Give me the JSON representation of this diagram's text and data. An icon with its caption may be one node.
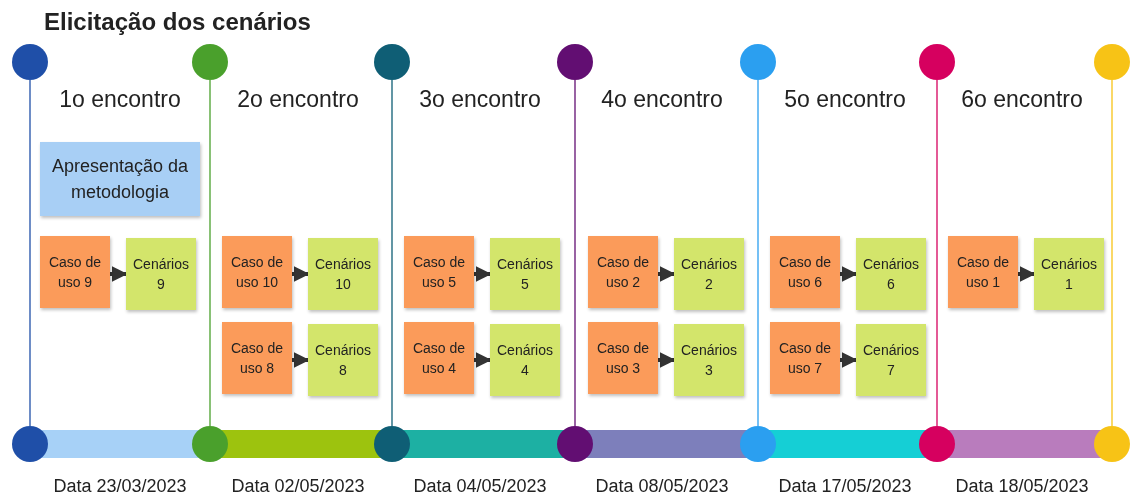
{
  "diagram": {
    "title": "Elicitação dos cenários",
    "nodes": [
      {
        "text": [],
        "shape": "circle"
      },
      {
        "text": [],
        "shape": "circle"
      },
      {
        "text": [],
        "shape": "circle"
      },
      {
        "text": [],
        "shape": "circle"
      },
      {
        "text": [],
        "shape": "circle"
      },
      {
        "text": [],
        "shape": "circle"
      },
      {
        "text": [],
        "shape": "circle"
      },
      {
        "text": [],
        "shape": "circle"
      },
      {
        "text": [],
        "shape": "circle"
      },
      {
        "text": [],
        "shape": "circle"
      },
      {
        "text": [],
        "shape": "circle"
      },
      {
        "text": [],
        "shape": "circle"
      },
      {
        "text": [],
        "shape": "circle"
      },
      {
        "text": [],
        "shape": "circle"
      },
      {
        "text": [
          "Apresentação da metodologia"
        ]
      },
      {
        "text": [
          "Caso de uso 9"
        ]
      },
      {
        "text": [
          "Cenários 9"
        ]
      },
      {
        "text": [
          "Caso de uso 10"
        ]
      },
      {
        "text": [
          "Cenários 10"
        ]
      },
      {
        "text": [
          "Caso de uso 8"
        ]
      },
      {
        "text": [
          "Cenários 8"
        ]
      },
      {
        "text": [
          "Caso de uso 5"
        ]
      },
      {
        "text": [
          "Cenários 5"
        ]
      },
      {
        "text": [
          "Caso de uso 4"
        ]
      },
      {
        "text": [
          "Cenários 4"
        ]
      },
      {
        "text": [
          "Caso de uso 2"
        ]
      },
      {
        "text": [
          "Cenários 2"
        ]
      },
      {
        "text": [
          "Caso de uso 3"
        ]
      },
      {
        "text": [
          "Cenários 3"
        ]
      },
      {
        "text": [
          "Caso de uso 6"
        ]
      },
      {
        "text": [
          "Cenários 6"
        ]
      },
      {
        "text": [
          "Caso de uso 7"
        ]
      },
      {
        "text": [
          "Cenários 7"
        ]
      },
      {
        "text": [
          "Caso de uso 1"
        ]
      },
      {
        "text": [
          "Cenários 1"
        ]
      }
    ],
    "edges": [
      {
        "from": 0,
        "to": 7,
        "arrow": "none",
        "color": "#1f4fa8"
      },
      {
        "from": 1,
        "to": 8,
        "arrow": "none",
        "color": "#4aa02c"
      },
      {
        "from": 2,
        "to": 9,
        "arrow": "none",
        "color": "#0f5e75"
      },
      {
        "from": 3,
        "to": 10,
        "arrow": "none",
        "color": "#620e72"
      },
      {
        "from": 4,
        "to": 11,
        "arrow": "none",
        "color": "#2b9ff0"
      },
      {
        "from": 5,
        "to": 12,
        "arrow": "none",
        "color": "#d6005f"
      },
      {
        "from": 6,
        "to": 13,
        "arrow": "none",
        "color": "#f7c316"
      },
      {
        "from": 15,
        "to": 16,
        "arrow": "to"
      },
      {
        "from": 17,
        "to": 18,
        "arrow": "to"
      },
      {
        "from": 19,
        "to": 20,
        "arrow": "to"
      },
      {
        "from": 21,
        "to": 22,
        "arrow": "to"
      },
      {
        "from": 23,
        "to": 24,
        "arrow": "to"
      },
      {
        "from": 25,
        "to": 26,
        "arrow": "to"
      },
      {
        "from": 27,
        "to": 28,
        "arrow": "to"
      },
      {
        "from": 29,
        "to": 30,
        "arrow": "to"
      },
      {
        "from": 31,
        "to": 32,
        "arrow": "to"
      },
      {
        "from": 33,
        "to": 34,
        "arrow": "to"
      }
    ],
    "labels": [
      "1o encontro",
      "2o encontro",
      "3o encontro",
      "4o encontro",
      "5o encontro",
      "6o encontro",
      "Data 23/03/2023",
      "Data 02/05/2023",
      "Data 04/05/2023",
      "Data 08/05/2023",
      "Data 17/05/2023",
      "Data 18/05/2023"
    ]
  }
}
